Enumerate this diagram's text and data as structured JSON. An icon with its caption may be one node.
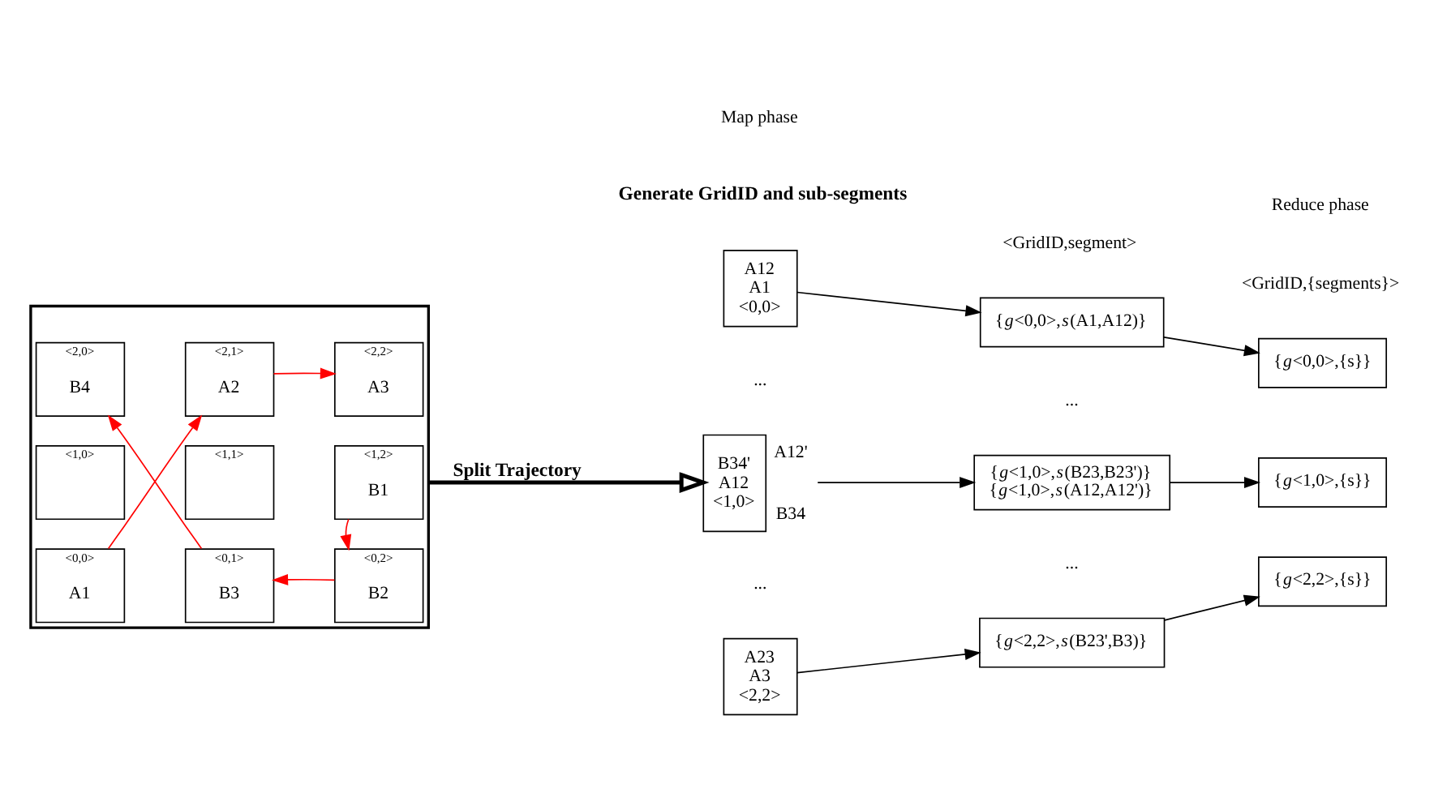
{
  "diagram": {
    "nodes": [
      {
        "text": [],
        "shape": "box"
      },
      {
        "text": [
          "<2,0>",
          "B4"
        ],
        "in": 0
      },
      {
        "text": [
          "<2,1>",
          "A2"
        ],
        "in": 0
      },
      {
        "text": [
          "<2,2>",
          "A3"
        ],
        "in": 0
      },
      {
        "text": [
          "<1,0>"
        ],
        "in": 0
      },
      {
        "text": [
          "<1,1>"
        ],
        "in": 0
      },
      {
        "text": [
          "<1,2>",
          "B1"
        ],
        "in": 0
      },
      {
        "text": [
          "<0,0>",
          "A1"
        ],
        "in": 0
      },
      {
        "text": [
          "<0,1>",
          "B3"
        ],
        "in": 0
      },
      {
        "text": [
          "<0,2>",
          "B2"
        ],
        "in": 0
      },
      {
        "text": [
          "A12",
          "A1",
          "<0,0>"
        ]
      },
      {
        "text": [
          "{*g*<0,0>,*s*(A1,A12)}"
        ]
      },
      {
        "text": [
          "{*g*<0,0>,{s}}"
        ]
      },
      {
        "text": [
          "B34'",
          "A12",
          "<1,0>"
        ],
        "beside": [
          "A12'",
          "B34"
        ]
      },
      {
        "text": [
          "{*g*<1,0>,*s*(B23,B23')}",
          "{*g*<1,0>,*s*(A12,A12')}"
        ]
      },
      {
        "text": [
          "{*g*<1,0>,{s}}"
        ]
      },
      {
        "text": [
          "A23",
          "A3",
          "<2,2>"
        ]
      },
      {
        "text": [
          "{*g*<2,2>,*s*(B23',B3)}"
        ]
      },
      {
        "text": [
          "{*g*<2,2>,{s}}"
        ]
      }
    ],
    "edges": [
      {
        "from": 7,
        "to": 2,
        "arrow": "to",
        "color": "#ff0000"
      },
      {
        "from": 2,
        "to": 3,
        "arrow": "to",
        "color": "#ff0000"
      },
      {
        "from": 6,
        "to": 9,
        "arrow": "to",
        "color": "#ff0000"
      },
      {
        "from": 9,
        "to": 8,
        "arrow": "to",
        "color": "#ff0000"
      },
      {
        "from": 8,
        "to": 1,
        "arrow": "to",
        "color": "#ff0000"
      },
      {
        "from": 0,
        "to": 13,
        "arrow": "to",
        "label": "Split Trajectory",
        "style": "thick"
      },
      {
        "from": 10,
        "to": 11,
        "arrow": "to"
      },
      {
        "from": 11,
        "to": 12,
        "arrow": "to"
      },
      {
        "from": 13,
        "to": 14,
        "arrow": "to"
      },
      {
        "from": 14,
        "to": 15,
        "arrow": "to"
      },
      {
        "from": 16,
        "to": 17,
        "arrow": "to"
      },
      {
        "from": 17,
        "to": 18,
        "arrow": "to"
      }
    ],
    "labels": [
      "Map phase",
      "Reduce phase",
      "Generate GridID and sub-segments",
      "<GridID,segment>",
      "<GridID,{segments}>",
      "...",
      "...",
      "...",
      "..."
    ]
  }
}
